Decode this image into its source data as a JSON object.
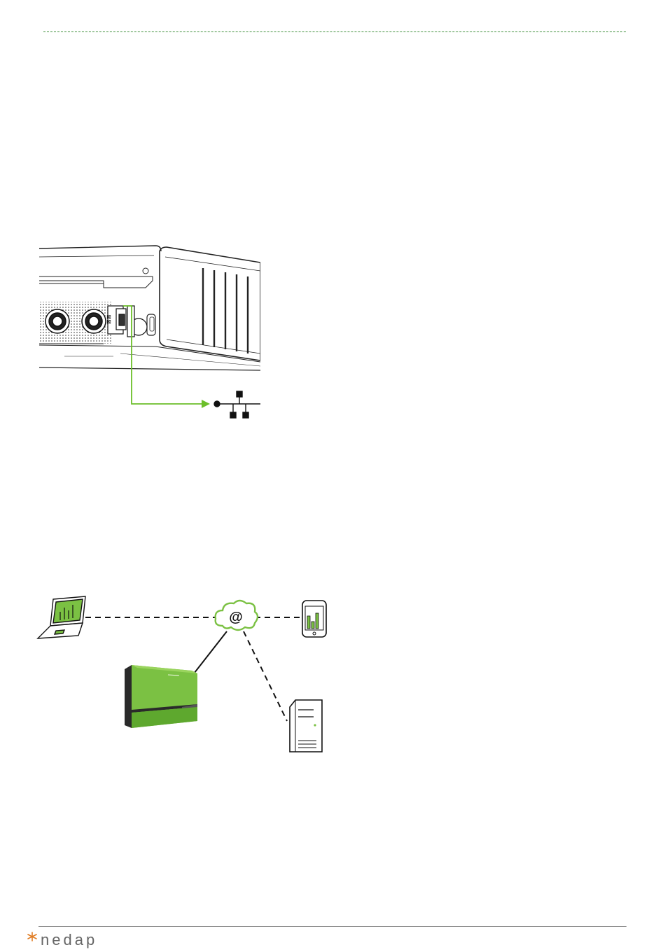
{
  "figure_1": {
    "subject": "inverter-underside-with-network-port",
    "port_label": "⊠⊠",
    "connection_color": "#6cbf2a"
  },
  "figure_2": {
    "subject": "remote-monitoring-setup",
    "cloud_symbol": "@",
    "accent_color": "#7bc143"
  },
  "footer": {
    "brand": "nedap",
    "brand_color": "#e07b22"
  },
  "colors": {
    "rule_green": "#3f8f3a",
    "line_gray": "#8a8a8a"
  }
}
